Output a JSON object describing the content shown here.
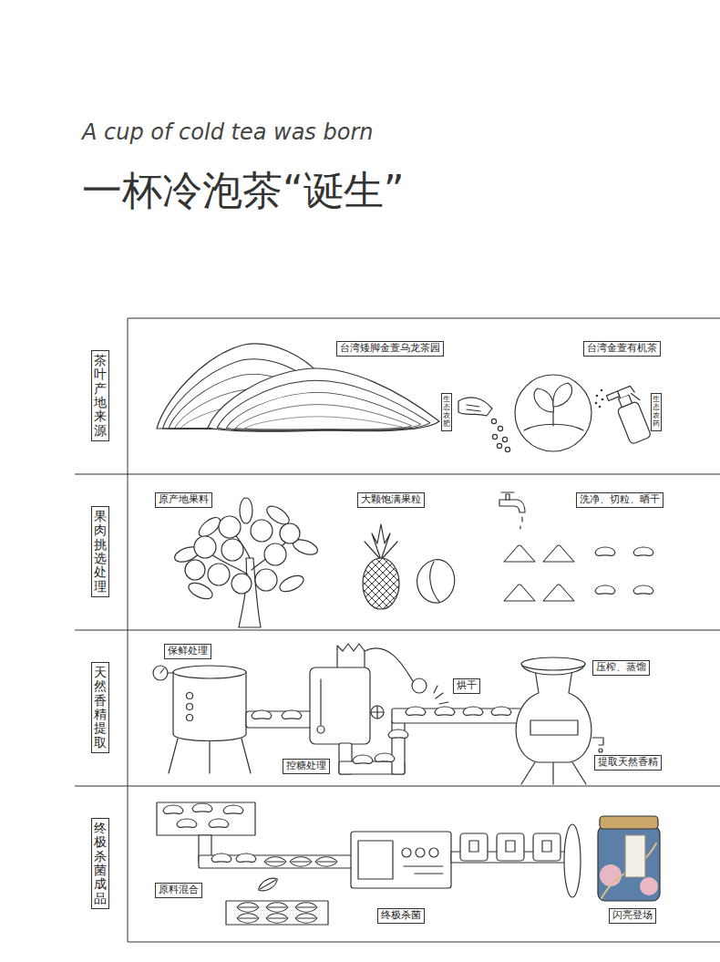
{
  "diagram": {
    "title": "一杯冷泡茶“诞生”",
    "nodes": [
      {
        "text": [
          "茶叶产地来源"
        ]
      },
      {
        "text": [
          "台湾矮脚金萱乌龙茶园"
        ]
      },
      {
        "text": [
          "台湾金萱有机茶"
        ]
      },
      {
        "text": [
          "生态农肥"
        ]
      },
      {
        "text": [
          "生态农药"
        ]
      },
      {
        "text": [
          "果肉挑选处理"
        ]
      },
      {
        "text": [
          "原产地果料"
        ]
      },
      {
        "text": [
          "大颗饱满果粒"
        ]
      },
      {
        "text": [
          "洗净、切粒、晒干"
        ]
      },
      {
        "text": [
          "天然香精提取"
        ]
      },
      {
        "text": [
          "保鲜处理"
        ]
      },
      {
        "text": [
          "烘干"
        ]
      },
      {
        "text": [
          "压榨、蒸馏"
        ]
      },
      {
        "text": [
          "控糖处理"
        ]
      },
      {
        "text": [
          "提取天然香精"
        ]
      },
      {
        "text": [
          "终极杀菌成品"
        ]
      },
      {
        "text": [
          "原料混合"
        ]
      },
      {
        "text": [
          "终极杀菌"
        ]
      },
      {
        "text": [
          "闪亮登场"
        ]
      }
    ],
    "labels": [
      "A cup of cold tea was born"
    ]
  }
}
